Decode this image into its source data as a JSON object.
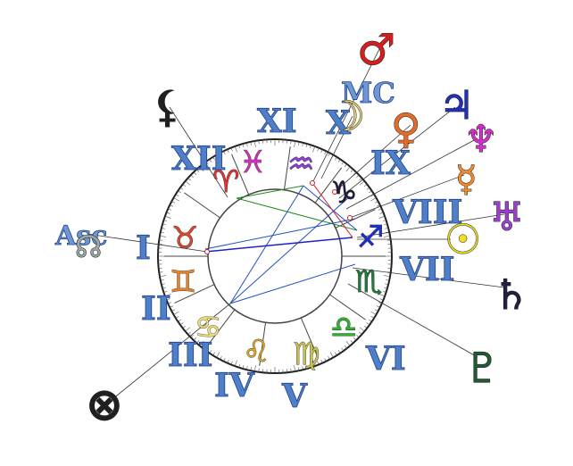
{
  "houses": [
    {
      "label": "I"
    },
    {
      "label": "II"
    },
    {
      "label": "III"
    },
    {
      "label": "IV"
    },
    {
      "label": "V"
    },
    {
      "label": "VI"
    },
    {
      "label": "VII"
    },
    {
      "label": "VIII"
    },
    {
      "label": "IX"
    },
    {
      "label": "X"
    },
    {
      "label": "XI"
    },
    {
      "label": "XII"
    }
  ],
  "angles": {
    "asc": {
      "label": "Asc"
    },
    "mc": {
      "label": "MC"
    }
  },
  "signs": [
    {
      "name": "aries-sign",
      "glyph": "♈",
      "color": "#e0302f"
    },
    {
      "name": "taurus-sign",
      "glyph": "♉",
      "color": "#d8482a"
    },
    {
      "name": "gemini-sign",
      "glyph": "♊",
      "color": "#e8822a"
    },
    {
      "name": "cancer-sign",
      "glyph": "♋",
      "color": "#f0e070"
    },
    {
      "name": "leo-sign",
      "glyph": "♌",
      "color": "#e0a820"
    },
    {
      "name": "virgo-sign",
      "glyph": "♍",
      "color": "#c8c050"
    },
    {
      "name": "libra-sign",
      "glyph": "♎",
      "color": "#2fb22f"
    },
    {
      "name": "scorpio-sign",
      "glyph": "♏",
      "color": "#1f7a3a"
    },
    {
      "name": "sagittarius-sign",
      "glyph": "♐",
      "color": "#1a2fd0"
    },
    {
      "name": "capricorn-sign",
      "glyph": "♑",
      "color": "#1d1d3d"
    },
    {
      "name": "aquarius-sign",
      "glyph": "♒",
      "color": "#8a3fd2"
    },
    {
      "name": "pisces-sign",
      "glyph": "♓",
      "color": "#d030b8"
    }
  ],
  "planets": [
    {
      "name": "mars-icon",
      "glyph": "♂",
      "color": "#d02020"
    },
    {
      "name": "moon-icon",
      "glyph": "☽",
      "color": "#e8d070"
    },
    {
      "name": "venus-icon",
      "glyph": "♀",
      "color": "#e46a2a"
    },
    {
      "name": "jupiter-icon",
      "glyph": "♃",
      "color": "#2030b8"
    },
    {
      "name": "neptune-icon",
      "glyph": "♆",
      "color": "#d030c8"
    },
    {
      "name": "mercury-icon",
      "glyph": "☿",
      "color": "#f08a30"
    },
    {
      "name": "uranus-icon",
      "glyph": "♅",
      "color": "#9a40c8"
    },
    {
      "name": "sun-icon",
      "glyph": "☉",
      "color": "#f0e020"
    },
    {
      "name": "saturn-icon",
      "glyph": "♄",
      "color": "#202040"
    },
    {
      "name": "pluto-icon",
      "glyph": "♇",
      "color": "#1f5a30"
    },
    {
      "name": "black-moon-icon",
      "glyph": "⚸",
      "color": "#202020"
    },
    {
      "name": "north-node-icon",
      "glyph": "☊",
      "color": "#9aa8a8"
    },
    {
      "name": "part-of-fortune-icon",
      "glyph": "⊗",
      "color": "#202020"
    }
  ]
}
